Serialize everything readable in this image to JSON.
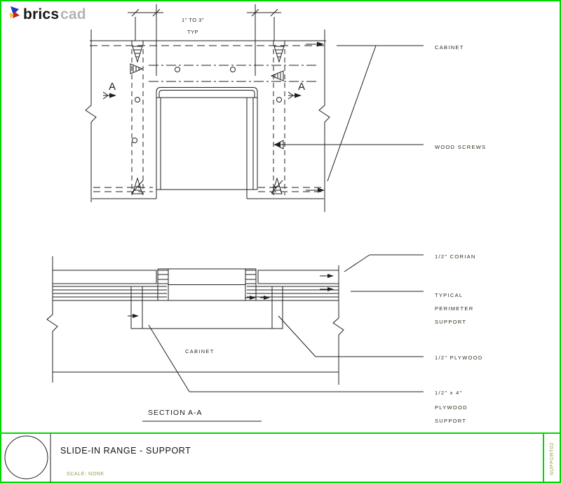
{
  "brand": {
    "logo_text_dark": "brics",
    "logo_text_light": "cad"
  },
  "plan_view": {
    "dimension_label": "1\" TO 3\"",
    "dimension_note": "TYP",
    "section_cut_left": "A",
    "section_cut_right": "A",
    "callout_cabinet": "CABINET",
    "callout_wood_screws": "WOOD SCREWS"
  },
  "section_view": {
    "callout_corian": "1/2\" CORIAN",
    "callout_typical": [
      "TYPICAL",
      "PERIMETER",
      "SUPPORT"
    ],
    "callout_plywood": "1/2\" PLYWOOD",
    "callout_plywood_support": [
      "1/2\" x 4\"",
      "PLYWOOD",
      "SUPPORT"
    ],
    "cabinet_label": "CABINET",
    "caption": "SECTION A-A"
  },
  "title_block": {
    "title": "SLIDE-IN RANGE - SUPPORT",
    "scale_note": "SCALE: NONE",
    "sheet_code": "SUPPORT02"
  },
  "colors": {
    "frame_green": "#00d800",
    "annotation_olive": "#8fa04a",
    "ink": "#1f1f1f",
    "logo_gray": "#b4b4b4",
    "logo_blue": "#2038c0",
    "logo_red": "#cc2222",
    "logo_yellow": "#f0c010"
  }
}
